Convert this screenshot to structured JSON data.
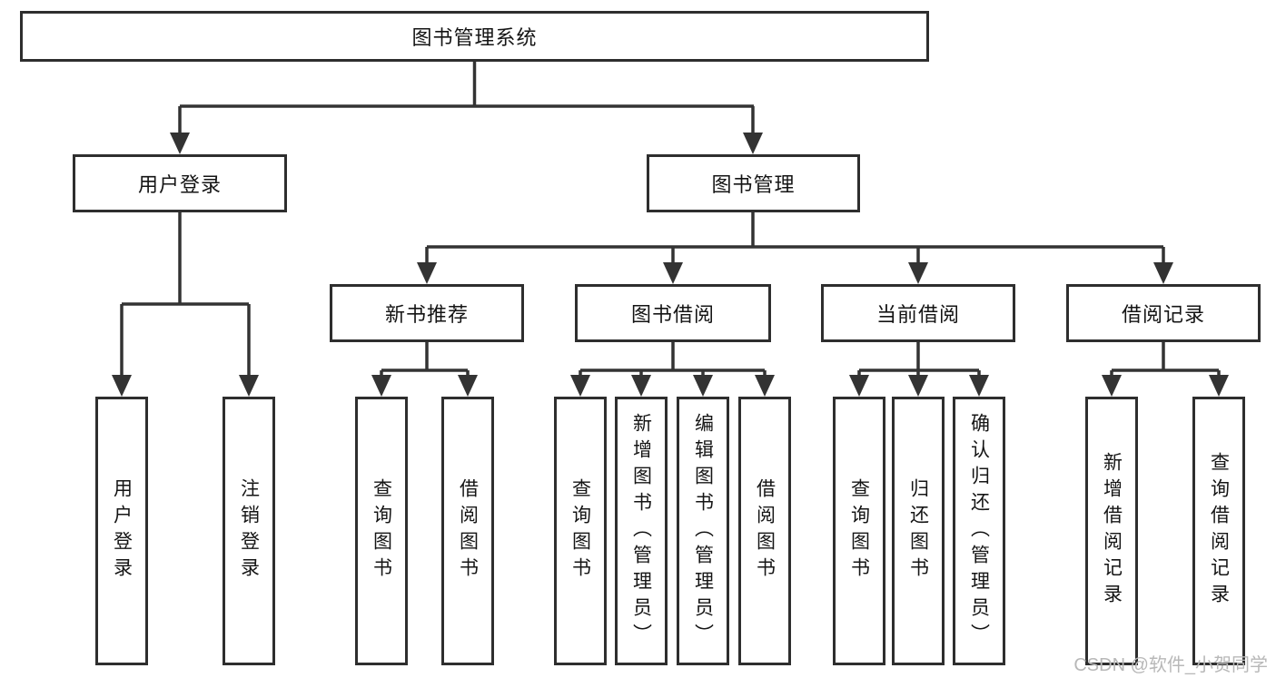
{
  "diagram": {
    "title": "图书管理系统",
    "level2": [
      {
        "label": "用户登录"
      },
      {
        "label": "图书管理"
      }
    ],
    "level3": [
      {
        "label": "新书推荐"
      },
      {
        "label": "图书借阅"
      },
      {
        "label": "当前借阅"
      },
      {
        "label": "借阅记录"
      }
    ],
    "leaves": {
      "user_login": [
        {
          "label": "用户登录"
        },
        {
          "label": "注销登录"
        }
      ],
      "new_book_recommend": [
        {
          "label": "查询图书"
        },
        {
          "label": "借阅图书"
        }
      ],
      "book_borrow": [
        {
          "label": "查询图书"
        },
        {
          "label": "新增图书（管理员）"
        },
        {
          "label": "编辑图书（管理员）"
        },
        {
          "label": "借阅图书"
        }
      ],
      "current_borrow": [
        {
          "label": "查询图书"
        },
        {
          "label": "归还图书"
        },
        {
          "label": "确认归还（管理员）"
        }
      ],
      "borrow_records": [
        {
          "label": "新增借阅记录"
        },
        {
          "label": "查询借阅记录"
        }
      ]
    },
    "colors": {
      "box_border": "#2e2e2e",
      "connector": "#333333",
      "text": "#141414",
      "watermark_text": "#b8b8b8",
      "background": "#ffffff"
    },
    "watermark": "CSDN @软件_小贺同学"
  }
}
